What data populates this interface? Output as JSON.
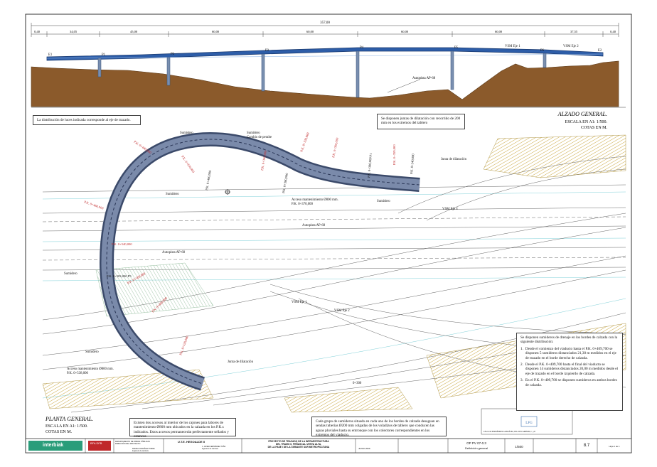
{
  "elevation": {
    "title": "ALZADO GENERAL.",
    "scale": "ESCALA EN A1: 1/500.",
    "units": "COTAS EN M.",
    "total_span": "357,00",
    "spans": [
      "0,40",
      "34,05",
      "45,00",
      "60,00",
      "60,00",
      "60,00",
      "60,00",
      "37,55",
      "0,40"
    ],
    "supports": [
      "E1",
      "P1",
      "P2",
      "P3",
      "P4",
      "P5",
      "VSM Eje 1",
      "P6",
      "VSM Eje 2",
      "E2"
    ],
    "road_label": "Autopista AP-68",
    "note_left": "La distribución de luces indicada corresponde al eje de trazado.",
    "note_right": "Se disponen juntas de dilatación con recorrido de 200 mm en los extremos del tablero"
  },
  "plan": {
    "title": "PLANTA GENERAL.",
    "scale": "ESCALA EN A1: 1/500.",
    "units": "COTAS EN M.",
    "pk_labels": [
      "P.K. 0+540,000",
      "P.K. 0+520,000",
      "P.K. 0+500,000",
      "P.K. 0+480,000",
      "P.K. 0+460,000",
      "P.K. 0+440,000",
      "P.K. 0+420,000",
      "P.K. 0+400,000",
      "P.K. 0+380,000",
      "P.K. 0+360,000",
      "P.K. 0+340,000",
      "P.K. 0+320,000",
      "P.K. 0+300,000",
      "P.K. 0+380,000 P1",
      "P.K. 0+503,000 P5",
      "P.K. 0+359,000"
    ],
    "labels": {
      "sumidero_1": "Sumidero",
      "sumidero_cambio": "Sumidero\nCambio de peralte",
      "sumidero_2": "Sumidero",
      "sumidero_3": "Sumidero",
      "sumidero_4": "Sumidero",
      "sumidero_5": "Sumidero",
      "junta_1": "Junta de dilatación",
      "junta_2": "Junta de dilatación",
      "acceso_1": "Acceso mantenimiento Ø800 mm.\nP.K. 0+370,000",
      "acceso_2": "Acceso mantenimiento Ø800 mm.\nP.K. 0+538,000",
      "autopista_1": "Autopista AP-68",
      "autopista_2": "Autopista AP-68",
      "vsm4": "VSM Eje 4",
      "vsm1": "VSM Eje 1",
      "vsm2": "VSM Eje 2",
      "pk_300": "0+300"
    },
    "drainage_note": {
      "intro": "Se disponen sumideros de drenaje en los bordes de calzada con la siguiente distribución:",
      "items": [
        "Desde el comienzo del viaducto hasta el P.K. 0+409,700 se disponen 5 sumideros distanciados 21,30 m medidos en el eje de trazado en el borde derecho de calzada.",
        "Desde el P.K. 0+409,700 hasta el final del viaducto se disponen 14 sumideros distanciados 20,00 m medidos desde el eje de trazado en el borde izquierdo de calzada.",
        "En el P.K. 0+409,700 se disponen sumideros en ambos bordes de calzada."
      ]
    },
    "note_access": "Existen dos accesos al interior de los cajones para labores de mantenimiento Ø800 mm ubicados en la calzada en los P.K.s indicados. Estos accesos permanecerán perfectamente sellados y estancos",
    "note_tubes": "Cada grupo de sumideros situado en cada uno de los bordes de calzada desaguan en sendas tuberías Ø200 mm colgadas de los voladizos de tablero que conducen las aguas pluviales hasta su entronque con los colectores correspondientes en los extremos del viaducto."
  },
  "title_block": {
    "company": "interbiak",
    "bfa": "BFA DFB",
    "authority": "DEPARTAMENTO DE OBRAS PÚBLICAS\nDIRECCIÓN DEL PROYECTO",
    "engineer_left": "RAFAEL GONZÁLEZ TORRE\nIngeniero de caminos",
    "contractor": "U.T.E. HEGOALDE II",
    "engineer_right": "J. JAVIER FERNÁNDEZ TOÑA\nIngeniero de caminos",
    "project": "PROYECTO DE TRAZADO DE LA INFRAESTRUCTURA\nDEL TRAMO II, PEÑASCAL-VENTA ALTA,\nDE LA FASE I DE LA VARIANTE SUR METROPOLITANA",
    "date": "JUNIO 2009",
    "plan_code": "OP PV 07-0.3",
    "plan_title": "Definición general",
    "scale": "1/500",
    "sheet": "8.7",
    "sheets_total": "Hoja 1 de 1",
    "signature_firm": "LFG",
    "firm_line": "LFG LUIS FERNÁNDEZ GONZÁLEZ, ING. DE CAMINOS, C. y P."
  }
}
